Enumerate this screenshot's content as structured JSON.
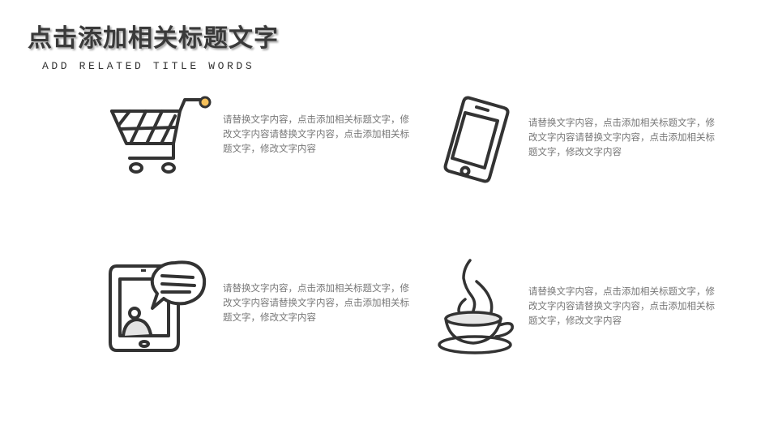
{
  "header": {
    "title": "点击添加相关标题文字",
    "subtitle": "ADD RELATED TITLE WORDS"
  },
  "colors": {
    "icon_stroke": "#333333",
    "accent": "#f5c05a",
    "text": "#777777"
  },
  "items": [
    {
      "icon": "shopping-cart-icon",
      "text": "请替换文字内容，点击添加相关标题文字，修改文字内容请替换文字内容，点击添加相关标题文字，修改文字内容"
    },
    {
      "icon": "smartphone-icon",
      "text": "请替换文字内容，点击添加相关标题文字，修改文字内容请替换文字内容，点击添加相关标题文字，修改文字内容"
    },
    {
      "icon": "tablet-chat-icon",
      "text": "请替换文字内容，点击添加相关标题文字，修改文字内容请替换文字内容，点击添加相关标题文字，修改文字内容"
    },
    {
      "icon": "coffee-cup-icon",
      "text": "请替换文字内容，点击添加相关标题文字，修改文字内容请替换文字内容，点击添加相关标题文字，修改文字内容"
    }
  ]
}
